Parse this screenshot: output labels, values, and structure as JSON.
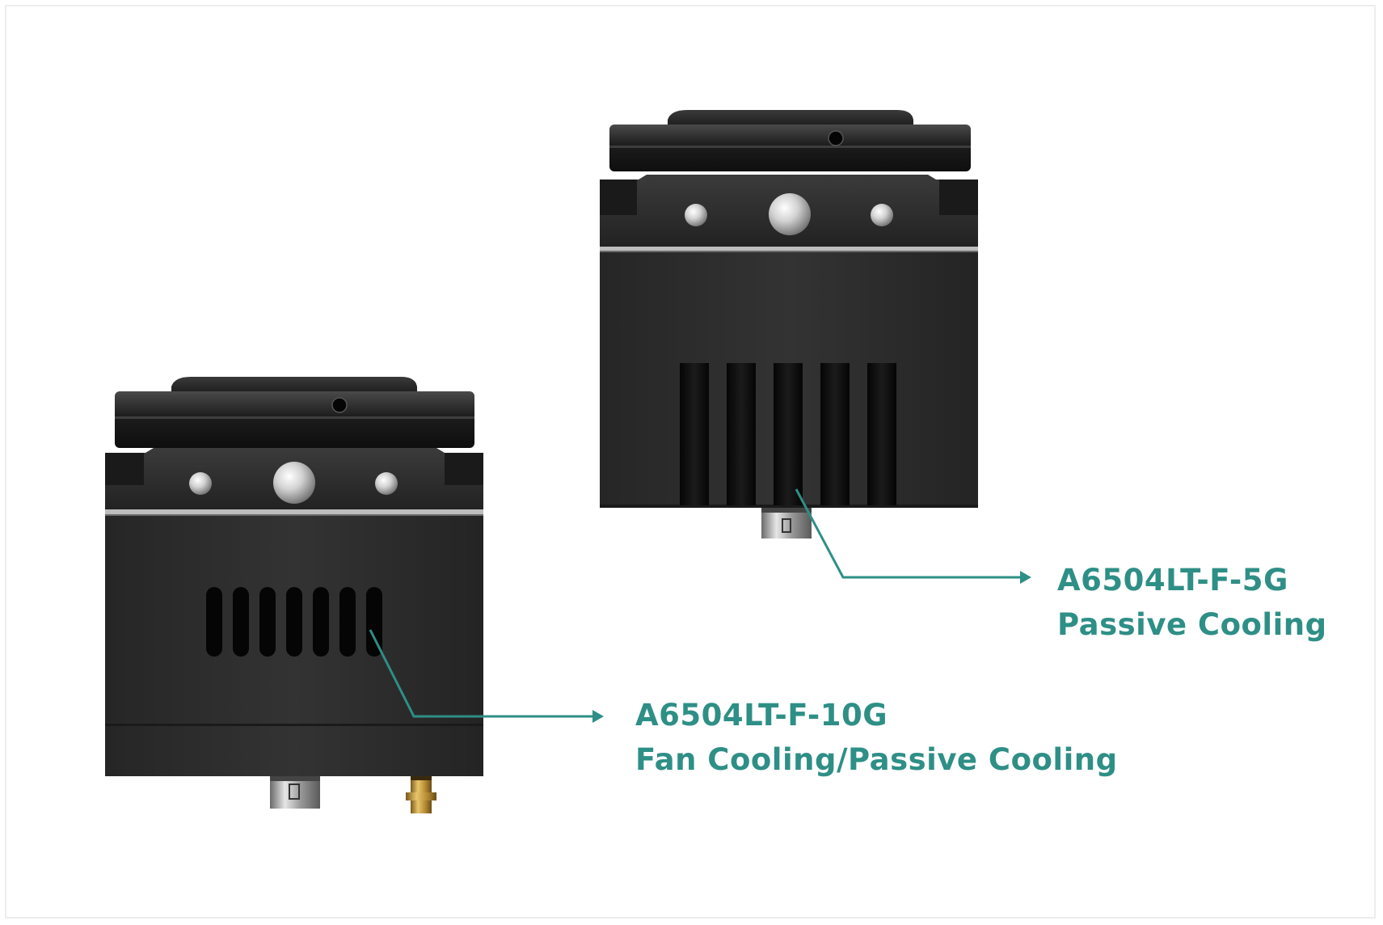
{
  "colors": {
    "accent": "#2e8f86",
    "body": "#2e2e2e",
    "ring": "#1a1a1a",
    "background": "#ffffff"
  },
  "products": [
    {
      "model": "A6504LT-F-5G",
      "cooling": "Passive Cooling",
      "vent": "heatsink-fins"
    },
    {
      "model": "A6504LT-F-10G",
      "cooling": "Fan Cooling/Passive Cooling",
      "vent": "fan-grille"
    }
  ]
}
